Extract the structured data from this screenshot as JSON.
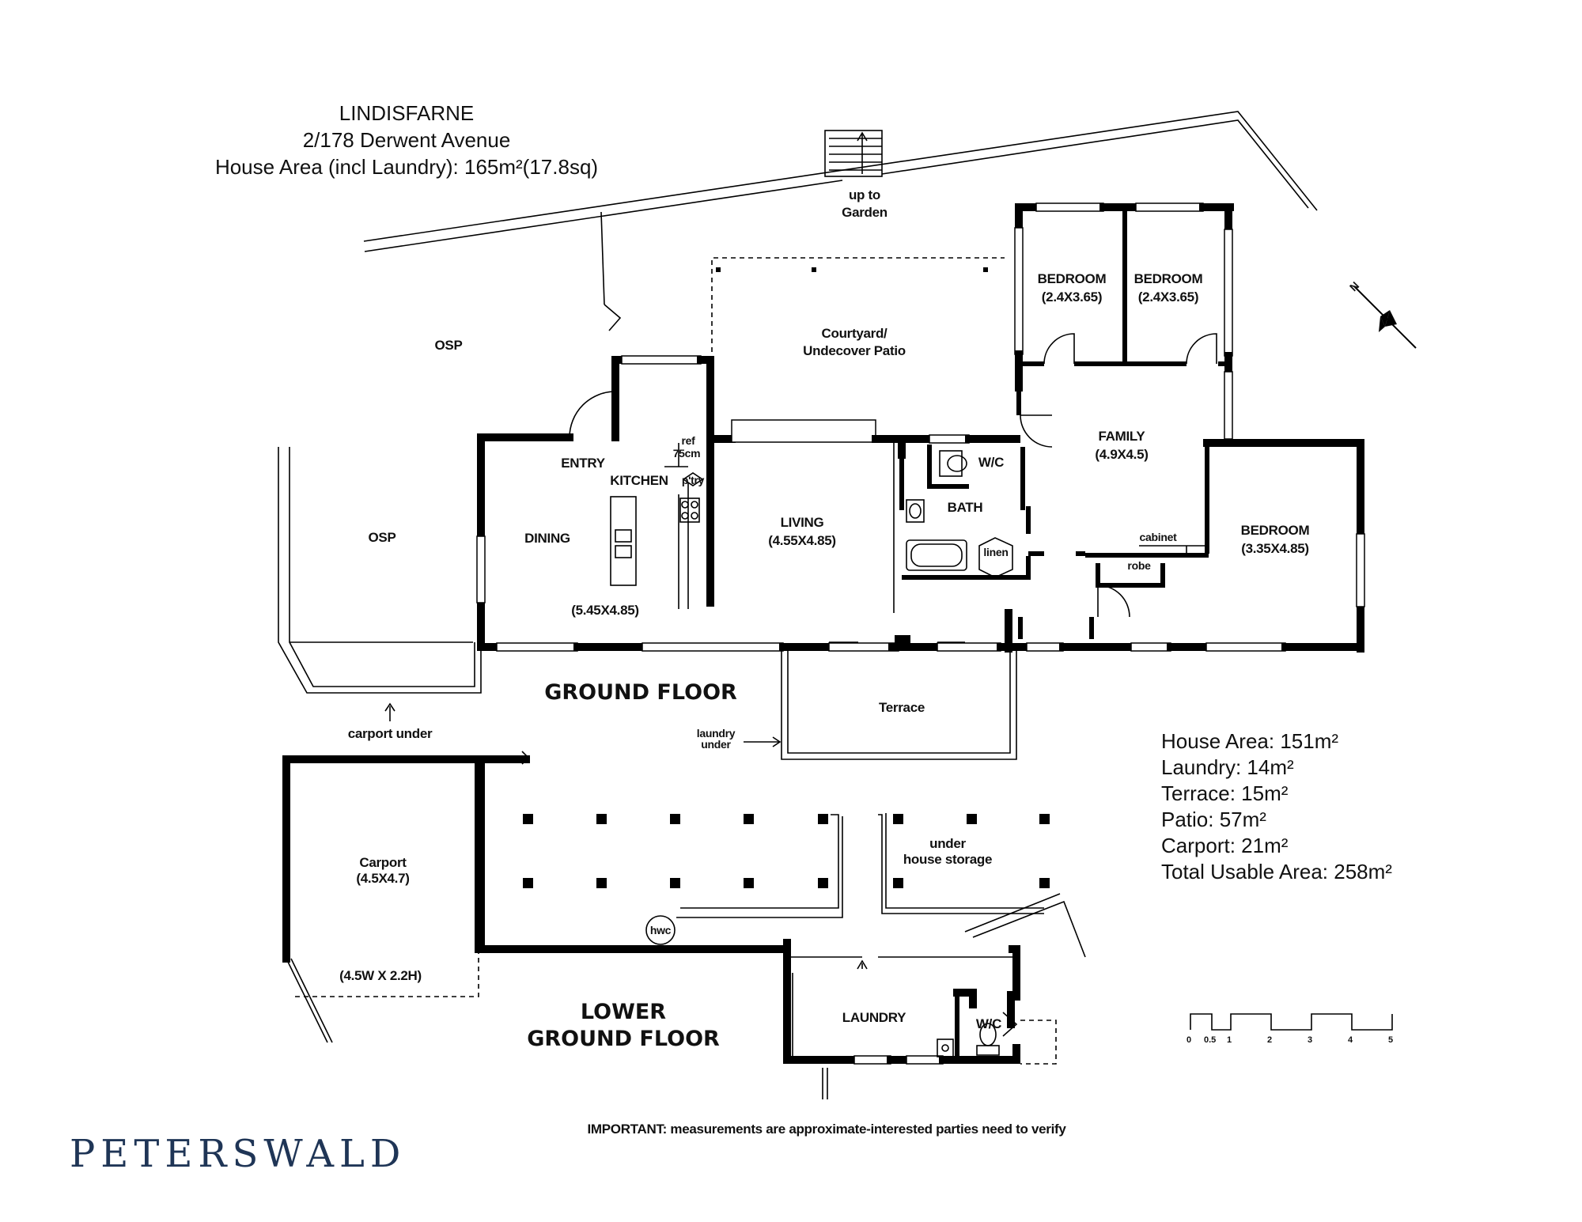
{
  "header": {
    "suburb": "LINDISFARNE",
    "address": "2/178 Derwent Avenue",
    "house_area": "House Area (incl Laundry): 165m²(17.8sq)"
  },
  "floors": {
    "ground": "GROUND FLOOR",
    "lower_1": "LOWER",
    "lower_2": "GROUND FLOOR"
  },
  "rooms": {
    "osp_top": "OSP",
    "osp_left": "OSP",
    "up_to_1": "up to",
    "up_to_2": "Garden",
    "courtyard_1": "Courtyard/",
    "courtyard_2": "Undecover Patio",
    "bedroom1_name": "BEDROOM",
    "bedroom1_size": "(2.4X3.65)",
    "bedroom2_name": "BEDROOM",
    "bedroom2_size": "(2.4X3.65)",
    "entry": "ENTRY",
    "kitchen": "KITCHEN",
    "ref_1": "ref",
    "ref_2": "75cm",
    "pantry": "p'try",
    "dining": "DINING",
    "dining_size": "(5.45X4.85)",
    "living_name": "LIVING",
    "living_size": "(4.55X4.85)",
    "wc": "W/C",
    "bath": "BATH",
    "linen": "linen",
    "family_name": "FAMILY",
    "family_size": "(4.9X4.5)",
    "cabinet": "cabinet",
    "robe": "robe",
    "bedroom3_name": "BEDROOM",
    "bedroom3_size": "(3.35X4.85)",
    "terrace": "Terrace",
    "carport_under": "carport under",
    "laundry_under_1": "laundry",
    "laundry_under_2": "under",
    "carport_name": "Carport",
    "carport_size": "(4.5X4.7)",
    "carport_opening": "(4.5W X 2.2H)",
    "under_1": "under",
    "under_2": "house storage",
    "hwc": "hwc",
    "laundry": "LAUNDRY",
    "wc_lower": "W/C"
  },
  "areas": [
    "House Area: 151m²",
    "Laundry: 14m²",
    "Terrace: 15m²",
    "Patio: 57m²",
    "Carport: 21m²",
    "Total Usable Area: 258m²"
  ],
  "scale_labels": [
    "0",
    "0.5",
    "1",
    "2",
    "3",
    "4",
    "5"
  ],
  "compass_icon": "north-arrow-icon",
  "footer_note": "IMPORTANT: measurements are approximate-interested parties need to verify",
  "brand": "PETERSWALD"
}
